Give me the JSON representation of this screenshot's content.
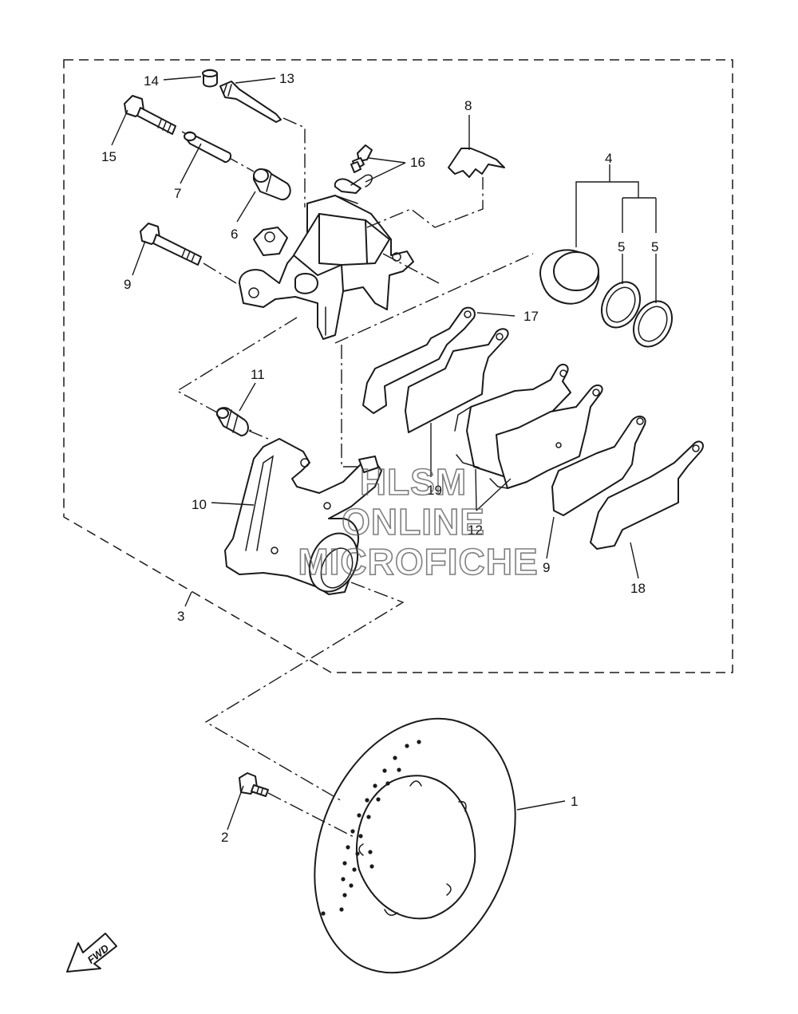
{
  "callouts": {
    "c1": "1",
    "c2": "2",
    "c3": "3",
    "c4": "4",
    "c5a": "5",
    "c5b": "5",
    "c6": "6",
    "c7": "7",
    "c8": "8",
    "c9a": "9",
    "c9b": "9",
    "c10": "10",
    "c11": "11",
    "c12": "12",
    "c13": "13",
    "c14": "14",
    "c15": "15",
    "c16": "16",
    "c17": "17",
    "c18": "18",
    "c19": "19"
  },
  "watermark": {
    "line1": "HLSM",
    "line2": "ONLINE",
    "line3": "MICROFICHE"
  },
  "fwd_label": "FWD",
  "colors": {
    "ink": "#1a1a1a",
    "watermark": "#555555",
    "background": "#ffffff"
  },
  "icons": {
    "direction_arrow": "fwd-arrow-icon"
  }
}
